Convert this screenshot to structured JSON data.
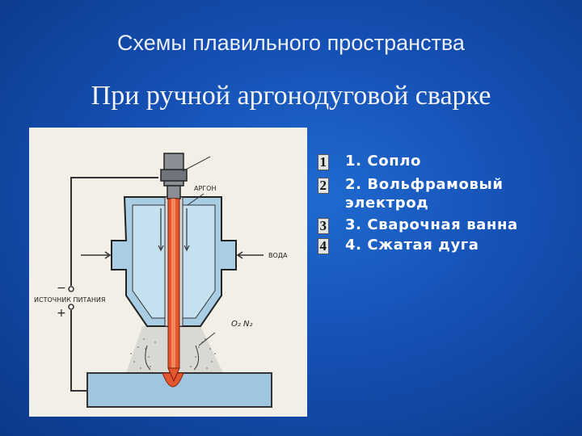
{
  "slide": {
    "title": "Схемы плавильного пространства",
    "subtitle": "При ручной аргонодуговой сварке"
  },
  "diagram": {
    "labels": {
      "argon": "АРГОН",
      "water": "ВОДА",
      "power_source": "ИСТОЧНИК ПИТАНИЯ",
      "minus": "−",
      "plus": "+",
      "gases": "O₂ N₂"
    }
  },
  "legend": {
    "items": [
      {
        "badge": "1",
        "text": "1. Сопло"
      },
      {
        "badge": "2",
        "text": "2. Вольфрамовый электрод"
      },
      {
        "badge": "3",
        "text": "3. Сварочная ванна"
      },
      {
        "badge": "4",
        "text": "4. Сжатая дуга"
      }
    ]
  },
  "colors": {
    "background": "#1550b4",
    "nozzle": "#9fc6de",
    "electrode": "#e4572e",
    "workpiece": "#9fc6de"
  }
}
